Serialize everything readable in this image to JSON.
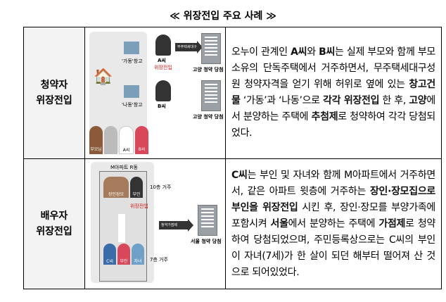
{
  "title": "≪ 위장전입 주요 사례 ≫",
  "rows": [
    {
      "label_line1": "청약자",
      "label_line2": "위장전입",
      "illustration": {
        "house_label_a": "'가동'창고",
        "house_label_b": "'나동'창고",
        "person_a": "A씨",
        "person_b": "B씨",
        "tag": "위장전입",
        "arrow": "무주택세대구성원",
        "result": "고양 청약 당첨",
        "family": [
          "부모님",
          "A씨",
          "B씨"
        ]
      },
      "segments": [
        {
          "t": "오누이 관계인 "
        },
        {
          "t": "A씨",
          "b": true
        },
        {
          "t": "와 "
        },
        {
          "t": "B씨",
          "b": true
        },
        {
          "t": "는 실제 부모와 함께 부모 소유의 단독주택에서 거주하면서, 무주택세대구성원 청약자격을 얻기 위해 허위로 옆에 있는 "
        },
        {
          "t": "창고건물",
          "b": true
        },
        {
          "t": " ‘가동’과 ‘나동’으로 "
        },
        {
          "t": "각각 위장전입",
          "b": true
        },
        {
          "t": " 한 후, "
        },
        {
          "t": "고양",
          "b": true
        },
        {
          "t": "에서 분양하는 주택에 "
        },
        {
          "t": "추첨제",
          "b": true
        },
        {
          "t": "로 청약하여 각각 당첨되었다."
        }
      ]
    },
    {
      "label_line1": "배우자",
      "label_line2": "위장전입",
      "illustration": {
        "building": "M아파트 R동",
        "floor_top": "10층 거주",
        "floor_bottom": "7층 거주",
        "top_people": [
          "장인장모",
          "부인"
        ],
        "tag": "위장전입",
        "bottom_people": [
          "C씨",
          "부인",
          "자녀"
        ],
        "arrow": "청약가점제",
        "result": "서울 청약 당첨"
      },
      "segments": [
        {
          "t": "C씨",
          "b": true
        },
        {
          "t": "는 부인 및 자녀와 함께 M아파트에서 거주하면서, 같은 아파트 윗층에 거주하는 "
        },
        {
          "t": "장인·장모집으로 부인을 위장전입",
          "b": true
        },
        {
          "t": " 시킨 후, 장인·장모를 부양가족에 포함시켜 "
        },
        {
          "t": "서울",
          "b": true
        },
        {
          "t": "에서 분양하는 주택에 "
        },
        {
          "t": "가점제",
          "b": true
        },
        {
          "t": "로 청약하여 당첨되었으며, 주민등록상으로는 C씨의 부인이 자녀(7세)가 한 살이 되던 해부터 떨어져 산 것으로 되어있었다."
        }
      ]
    }
  ]
}
